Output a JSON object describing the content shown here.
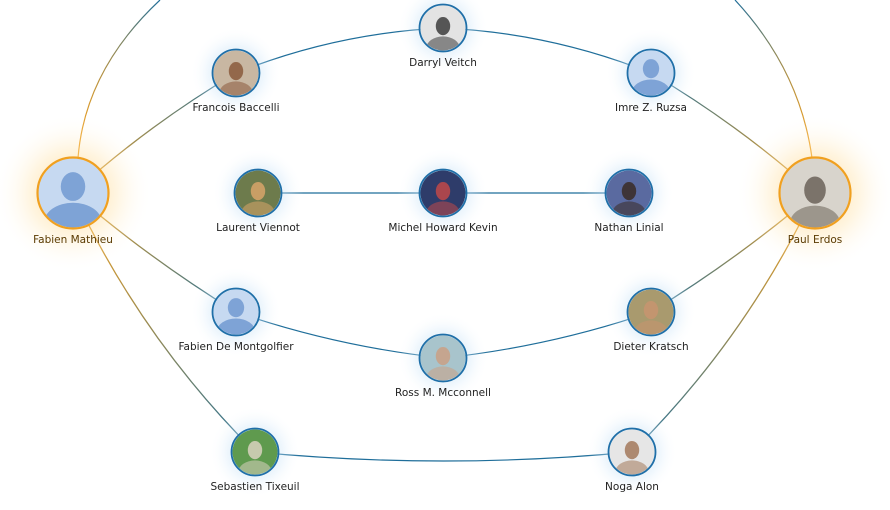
{
  "graph": {
    "colors": {
      "edge_blue": "#1f6e9a",
      "edge_orange": "#f0a020",
      "node_ring_blue": "#1f6fa8",
      "node_ring_orange": "#f0a020",
      "glow_blue": "#a9d3f2",
      "glow_orange": "#ffc864",
      "silhouette_bg": "#c6d9f1",
      "silhouette": "#7ea3d6"
    },
    "nodes": [
      {
        "id": "fabien-mathieu",
        "label": "Fabien Mathieu",
        "photo": "silhouette",
        "emphasis": "endpoint"
      },
      {
        "id": "paul-erdos",
        "label": "Paul Erdos",
        "photo": "photo",
        "emphasis": "endpoint"
      },
      {
        "id": "daryl-veitch",
        "label": "Darryl Veitch",
        "photo": "photo",
        "emphasis": "normal"
      },
      {
        "id": "francois-baccelli",
        "label": "Francois Baccelli",
        "photo": "photo",
        "emphasis": "normal"
      },
      {
        "id": "imre-ruzsa",
        "label": "Imre Z. Ruzsa",
        "photo": "silhouette",
        "emphasis": "normal"
      },
      {
        "id": "laurent-viennot",
        "label": "Laurent Viennot",
        "photo": "photo",
        "emphasis": "normal"
      },
      {
        "id": "michel-howard-kevin",
        "label": "Michel Howard Kevin",
        "photo": "photo",
        "emphasis": "normal"
      },
      {
        "id": "nathan-linial",
        "label": "Nathan Linial",
        "photo": "photo",
        "emphasis": "normal"
      },
      {
        "id": "fabien-de-montgolfier",
        "label": "Fabien De Montgolfier",
        "photo": "silhouette",
        "emphasis": "normal"
      },
      {
        "id": "dieter-kratsch",
        "label": "Dieter Kratsch",
        "photo": "photo",
        "emphasis": "normal"
      },
      {
        "id": "ross-mcconnell",
        "label": "Ross M. Mcconnell",
        "photo": "photo",
        "emphasis": "normal"
      },
      {
        "id": "sebastien-tixeuil",
        "label": "Sebastien Tixeuil",
        "photo": "photo",
        "emphasis": "normal"
      },
      {
        "id": "noga-alon",
        "label": "Noga Alon",
        "photo": "photo",
        "emphasis": "normal"
      }
    ],
    "edges": [
      [
        "fabien-mathieu",
        "francois-baccelli"
      ],
      [
        "francois-baccelli",
        "daryl-veitch"
      ],
      [
        "daryl-veitch",
        "imre-ruzsa"
      ],
      [
        "imre-ruzsa",
        "paul-erdos"
      ],
      [
        "fabien-mathieu",
        "laurent-viennot"
      ],
      [
        "laurent-viennot",
        "michel-howard-kevin"
      ],
      [
        "michel-howard-kevin",
        "nathan-linial"
      ],
      [
        "nathan-linial",
        "paul-erdos"
      ],
      [
        "fabien-mathieu",
        "fabien-de-montgolfier"
      ],
      [
        "fabien-de-montgolfier",
        "ross-mcconnell"
      ],
      [
        "ross-mcconnell",
        "dieter-kratsch"
      ],
      [
        "dieter-kratsch",
        "paul-erdos"
      ],
      [
        "fabien-mathieu",
        "sebastien-tixeuil"
      ],
      [
        "sebastien-tixeuil",
        "noga-alon"
      ],
      [
        "noga-alon",
        "paul-erdos"
      ]
    ]
  }
}
